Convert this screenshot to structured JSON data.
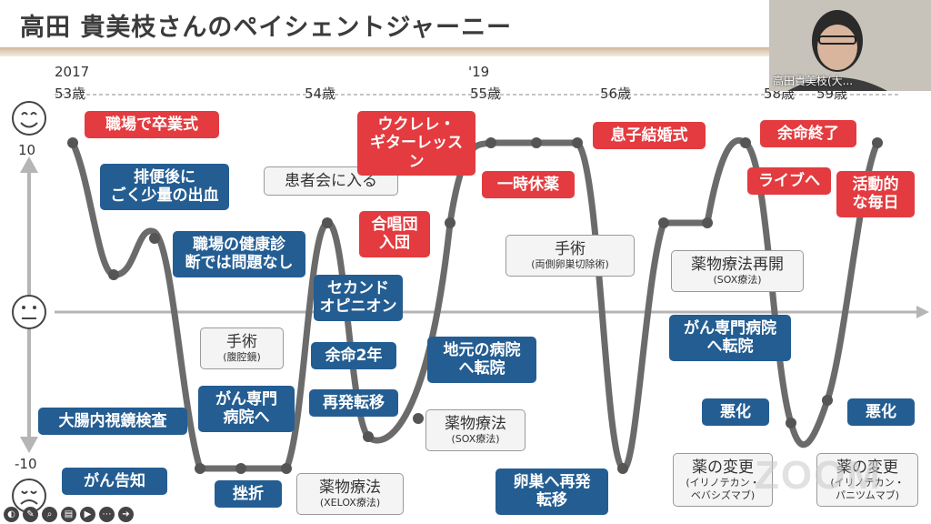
{
  "title": "高田 貴美枝さんのペイシェントジャーニー",
  "webcam": {
    "name": "高田貴美枝(大..."
  },
  "zoom_watermark": "ZOOM",
  "axis": {
    "year_2017": "2017",
    "year_19": "'19",
    "ages": [
      "53歳",
      "54歳",
      "55歳",
      "56歳",
      "58歳",
      "59歳"
    ],
    "y_top": "10",
    "y_bottom": "-10"
  },
  "labels": [
    {
      "id": "shokuba-sotsugyo",
      "text": "職場で卒業式",
      "style": "red"
    },
    {
      "id": "haiben",
      "text": "排便後に\nごく少量の出血",
      "style": "blue"
    },
    {
      "id": "kenko-shindan",
      "text": "職場の健康診\n断では問題なし",
      "style": "blue"
    },
    {
      "id": "kanjakai",
      "text": "患者会に入る",
      "style": "gray"
    },
    {
      "id": "shujutsu-fukukyo",
      "text": "手術",
      "sub": "(腹腔鏡)",
      "style": "gray"
    },
    {
      "id": "gan-senmon",
      "text": "がん専門\n病院へ",
      "style": "blue"
    },
    {
      "id": "daichou",
      "text": "大腸内視鏡検査",
      "style": "blue"
    },
    {
      "id": "gan-kokuchi",
      "text": "がん告知",
      "style": "blue"
    },
    {
      "id": "zasetsu",
      "text": "挫折",
      "style": "blue"
    },
    {
      "id": "yakubutsu-xelox",
      "text": "薬物療法",
      "sub": "(XELOX療法)",
      "style": "gray"
    },
    {
      "id": "second-opinion",
      "text": "セカンド\nオピニオン",
      "style": "blue"
    },
    {
      "id": "yomei-2nen",
      "text": "余命2年",
      "style": "blue"
    },
    {
      "id": "saihatsu",
      "text": "再発転移",
      "style": "blue"
    },
    {
      "id": "gasshoudan",
      "text": "合唱団\n入団",
      "style": "red"
    },
    {
      "id": "ukulele",
      "text": "ウクレレ・\nギターレッスン",
      "style": "red"
    },
    {
      "id": "ichiji-kyuyaku",
      "text": "一時休薬",
      "style": "red"
    },
    {
      "id": "jimoto",
      "text": "地元の病院\nへ転院",
      "style": "blue"
    },
    {
      "id": "yakubutsu-sox",
      "text": "薬物療法",
      "sub": "(SOX療法)",
      "style": "gray"
    },
    {
      "id": "shujutsu-ransou",
      "text": "手術",
      "sub": "(両側卵巣切除術)",
      "style": "gray"
    },
    {
      "id": "ransou-saihatsu",
      "text": "卵巣へ再発\n転移",
      "style": "blue"
    },
    {
      "id": "musuko",
      "text": "息子結婚式",
      "style": "red"
    },
    {
      "id": "saikai",
      "text": "薬物療法再開",
      "sub": "(SOX療法)",
      "style": "gray"
    },
    {
      "id": "gan-tenin",
      "text": "がん専門病院\nへ転院",
      "style": "blue"
    },
    {
      "id": "akka-1",
      "text": "悪化",
      "style": "blue"
    },
    {
      "id": "kusuri-henko-1",
      "text": "薬の変更",
      "sub": "(イリノテカン・\nベバシズマブ)",
      "style": "gray"
    },
    {
      "id": "yomei-shuryo",
      "text": "余命終了",
      "style": "red"
    },
    {
      "id": "live",
      "text": "ライブへ",
      "style": "red"
    },
    {
      "id": "katsudouteki",
      "text": "活動的\nな毎日",
      "style": "red"
    },
    {
      "id": "akka-2",
      "text": "悪化",
      "style": "blue"
    },
    {
      "id": "kusuri-henko-2",
      "text": "薬の変更",
      "sub": "(イリノテカン・\nパニツムマブ)",
      "style": "gray"
    }
  ],
  "toolbar": [
    "cc-icon",
    "edit-icon",
    "search-icon",
    "cc-icon",
    "video-icon",
    "more-icon",
    "arrow-icon"
  ]
}
